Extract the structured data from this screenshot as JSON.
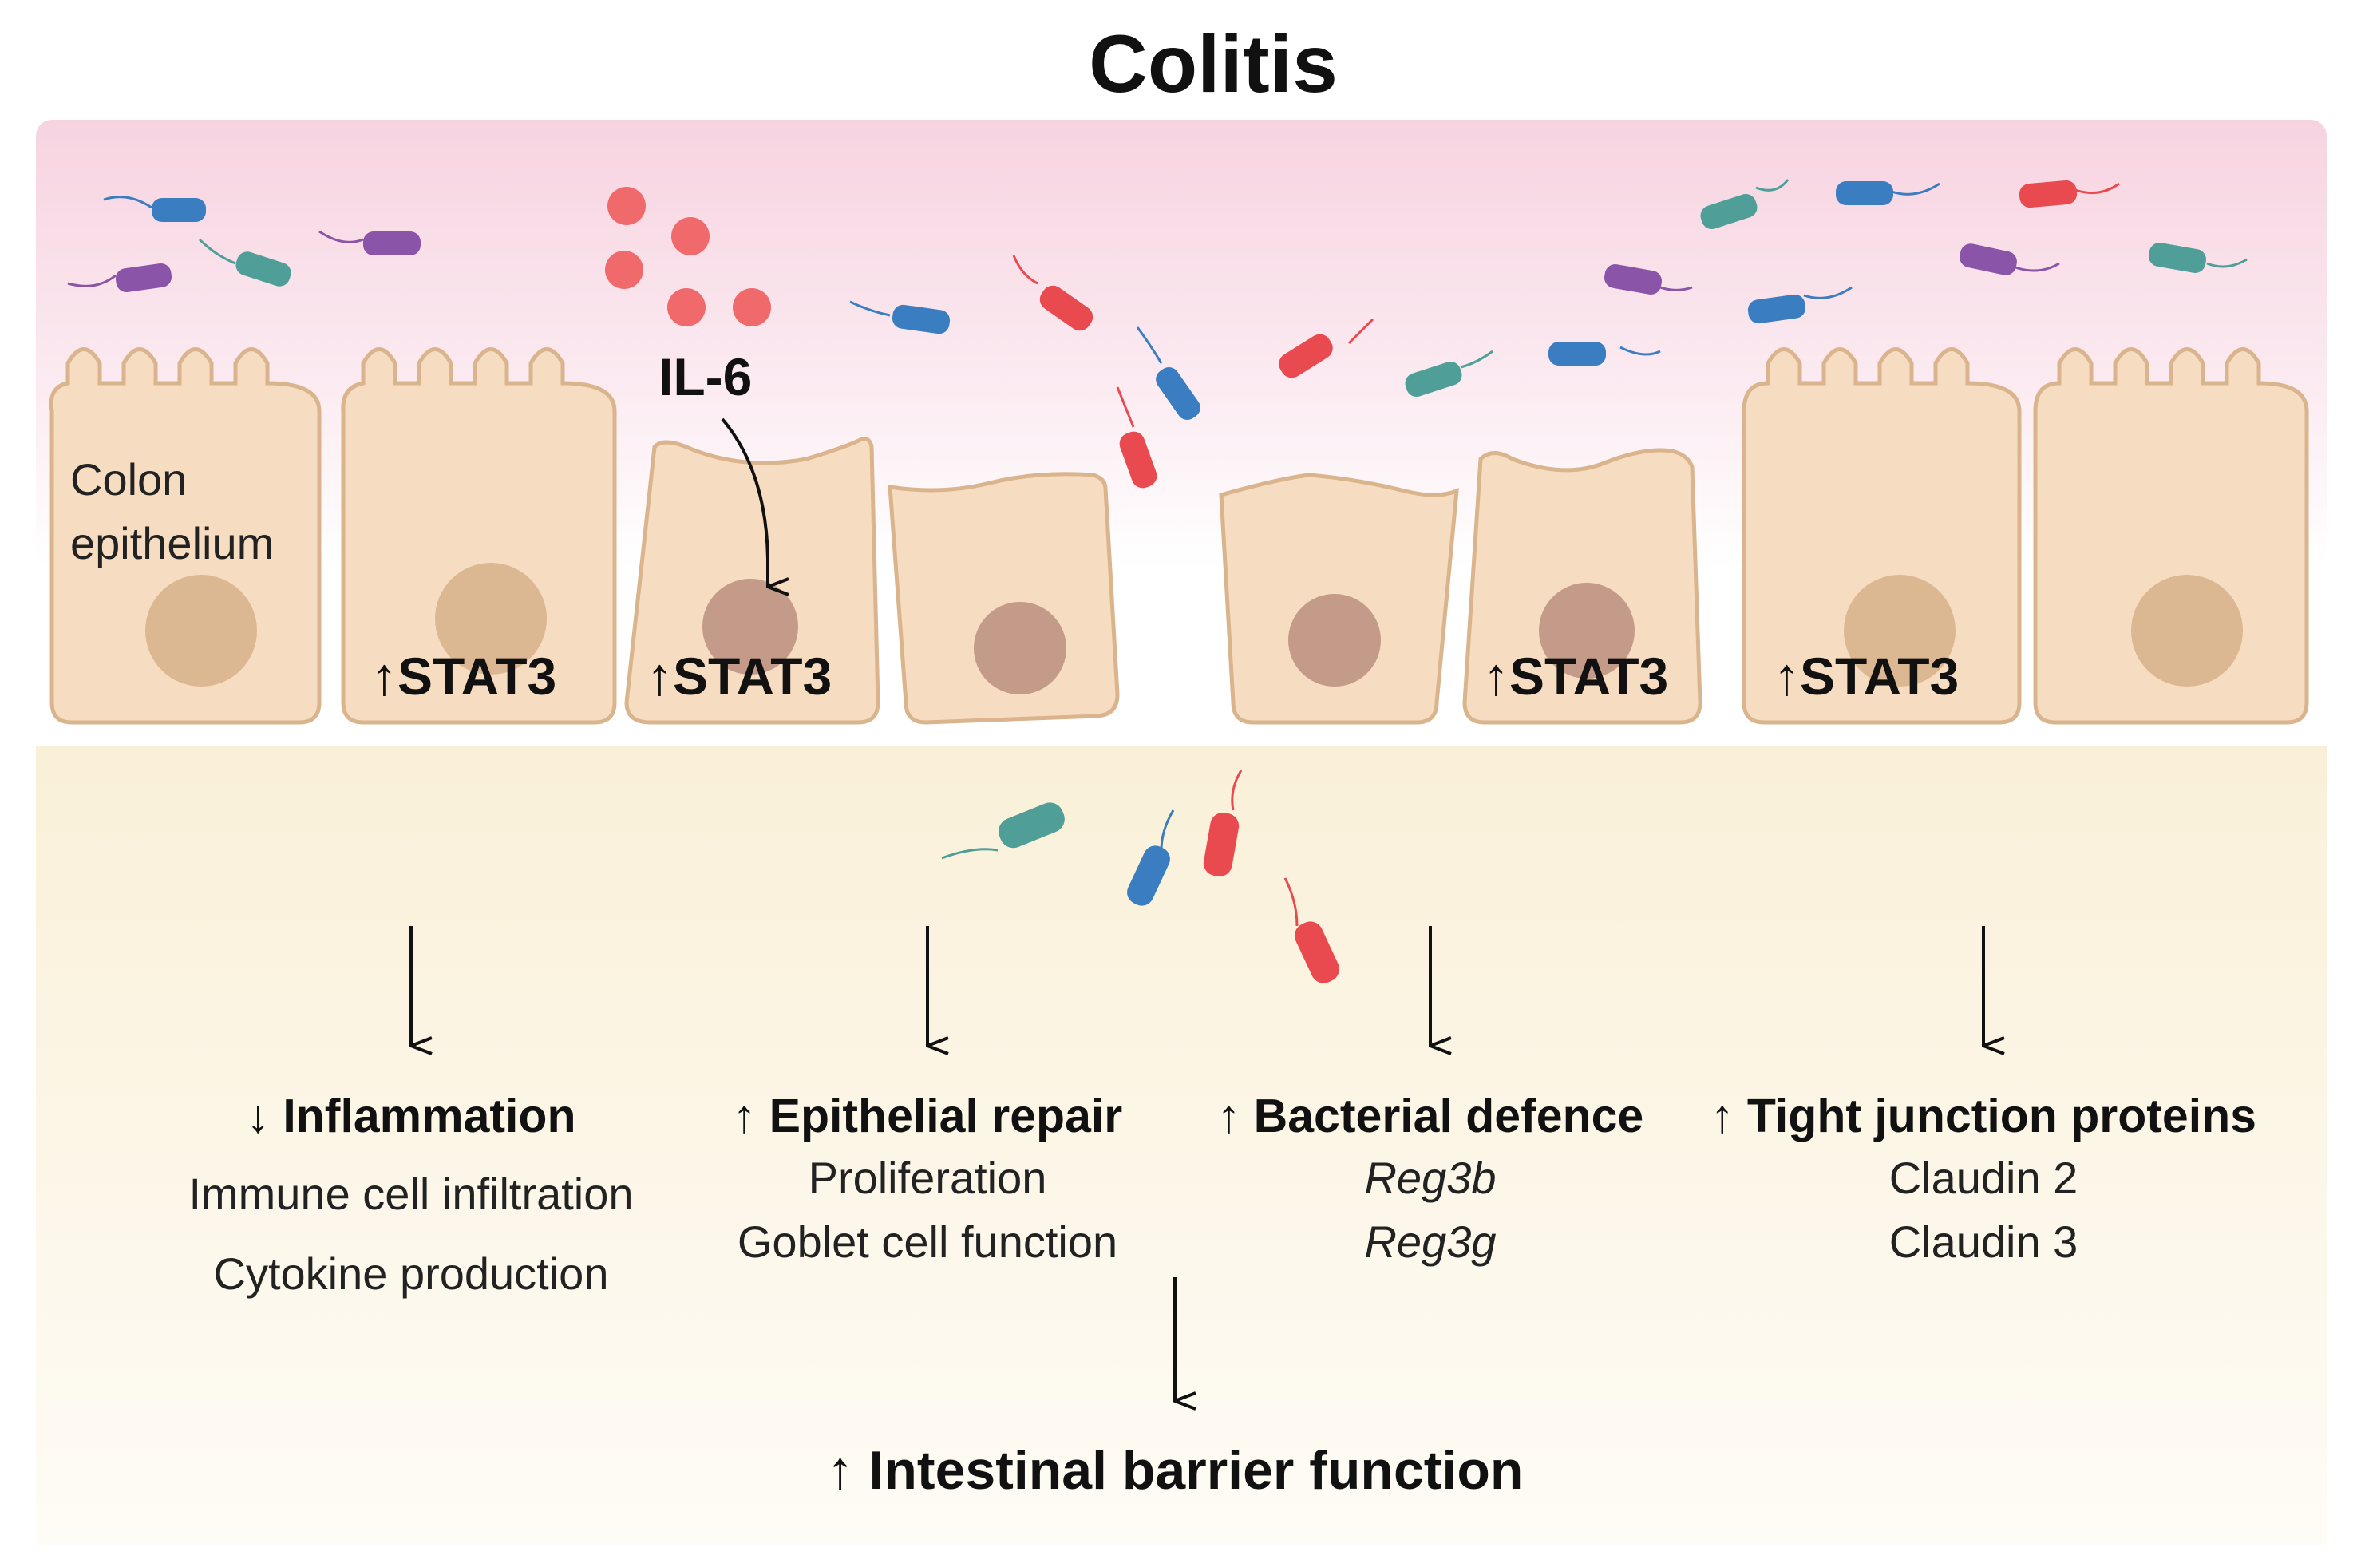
{
  "title": "Colitis",
  "epithelium_label": [
    "Colon",
    "epithelium"
  ],
  "cytokine_label": "IL-6",
  "stat3_labels": [
    "↑STAT3",
    "↑STAT3",
    "↑STAT3",
    "↑STAT3"
  ],
  "outcomes": [
    {
      "head": "↓ Inflammation",
      "items": [
        "Immune cell infiltration",
        "Cytokine production"
      ],
      "italic": false
    },
    {
      "head": "↑ Epithelial repair",
      "items": [
        "Proliferation",
        "Goblet cell function"
      ],
      "italic": false
    },
    {
      "head": "↑ Bacterial defence",
      "items": [
        "Reg3b",
        "Reg3g"
      ],
      "italic": true
    },
    {
      "head": "↑ Tight junction proteins",
      "items": [
        "Claudin 2",
        "Claudin 3"
      ],
      "italic": false
    }
  ],
  "bottom": "↑ Intestinal barrier function",
  "colors": {
    "lumen_top": "#f7d3e0",
    "lamina": "#fbf1dc",
    "cell_fill": "#f6dcc0",
    "cell_stroke": "#d9b48c",
    "nucleus_normal": "#dcb892",
    "nucleus_active": "#c49a88",
    "il6_dots": "#f06a6c",
    "bacteria_blue": "#3b7dc1",
    "bacteria_purple": "#8a55a8",
    "bacteria_teal": "#4f9e98",
    "bacteria_red": "#e94a4f"
  }
}
